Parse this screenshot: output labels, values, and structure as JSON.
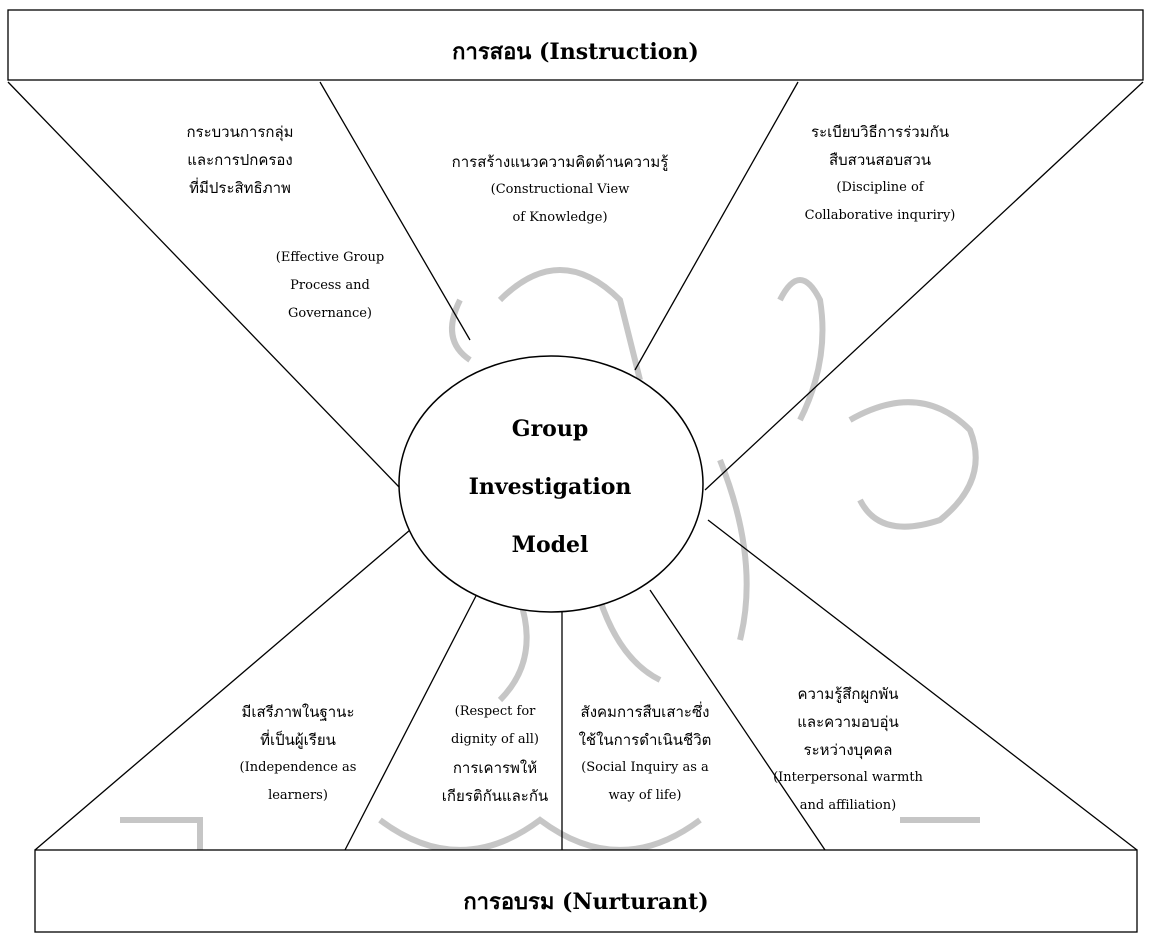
{
  "top_box": {
    "title": "การสอน (Instruction)"
  },
  "bottom_box": {
    "title": "การอบรม (Nurturant)"
  },
  "center": {
    "line1": "Group",
    "line2": "Investigation",
    "line3": "Model"
  },
  "segments": {
    "group_process": {
      "th1": "กระบวนการกลุ่ม",
      "th2": "และการปกครอง",
      "th3": "ที่มีประสิทธิภาพ",
      "en1": "(Effective Group",
      "en2": "Process and",
      "en3": "Governance)"
    },
    "constructional": {
      "th1": "การสร้างแนวความคิดด้านความรู้",
      "en1": "(Constructional View",
      "en2": "of Knowledge)"
    },
    "discipline": {
      "th1": "ระเบียบวิธีการร่วมกัน",
      "th2": "สืบสวนสอบสวน",
      "en1": "(Discipline of",
      "en2": "Collaborative inquriry)"
    },
    "independence": {
      "th1": "มีเสรีภาพในฐานะ",
      "th2": "ที่เป็นผู้เรียน",
      "en1": "(Independence as",
      "en2": "learners)"
    },
    "respect": {
      "en1": "(Respect for",
      "en2": "dignity of all)",
      "th1": "การเคารพให้",
      "th2": "เกียรติกันและกัน"
    },
    "social_inquiry": {
      "th1": "สังคมการสืบเสาะซึ่ง",
      "th2": "ใช้ในการดำเนินชีวิต",
      "en1": "(Social Inquiry as a",
      "en2": "way of life)"
    },
    "warmth": {
      "th1": "ความรู้สึกผูกพัน",
      "th2": "และความอบอุ่น",
      "th3": "ระหว่างบุคคล",
      "en1": "(Interpersonal warmth",
      "en2": "and affiliation)"
    }
  }
}
